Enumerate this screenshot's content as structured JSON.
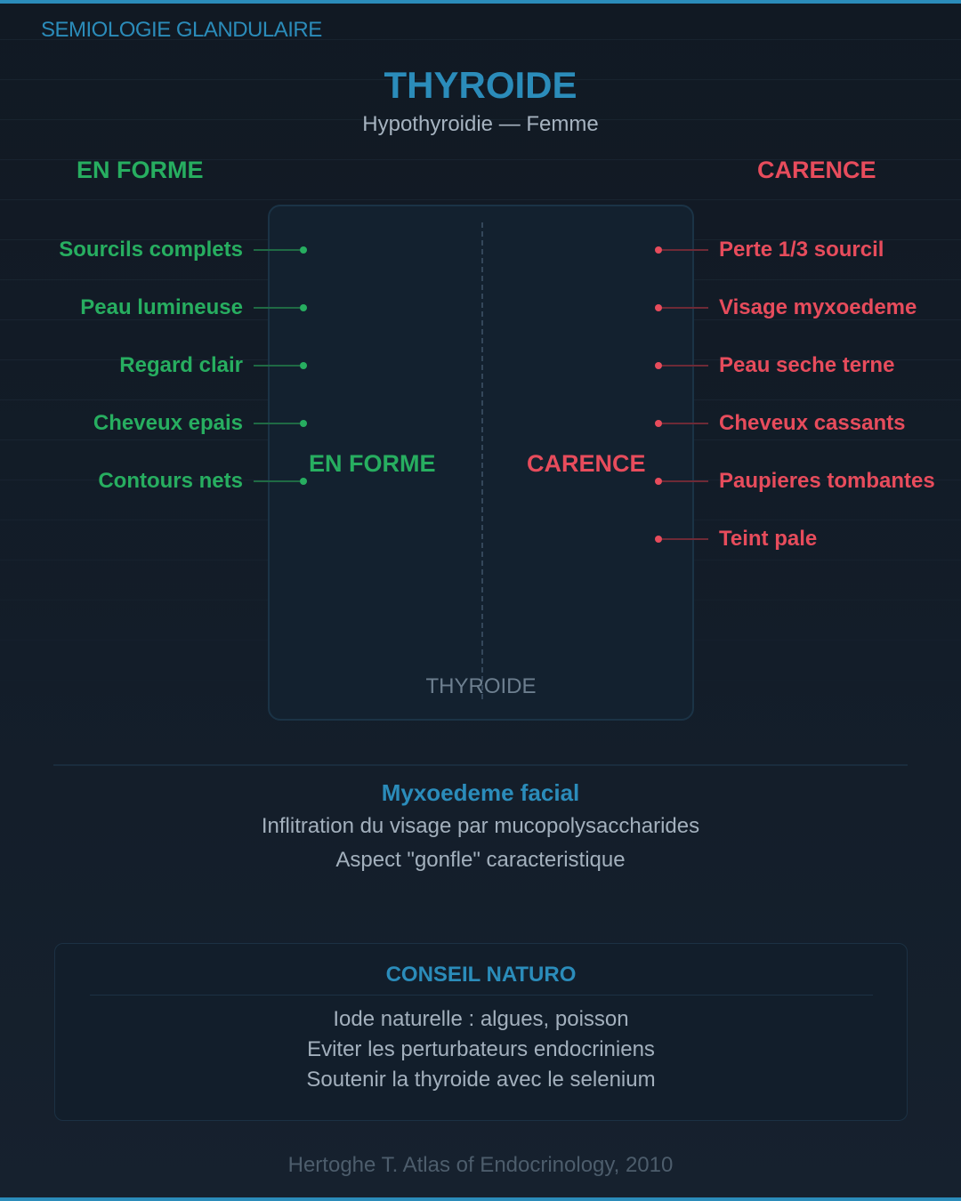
{
  "header": {
    "kicker": "SEMIOLOGIE GLANDULAIRE",
    "title": "THYROIDE",
    "subtitle": "Hypothyroidie — Femme"
  },
  "columns": {
    "left_heading": "EN FORME",
    "right_heading": "CARENCE"
  },
  "diagram": {
    "center_left_label": "EN FORME",
    "center_right_label": "CARENCE",
    "gland_label": "THYROIDE",
    "left_items": [
      "Sourcils complets",
      "Peau lumineuse",
      "Regard clair",
      "Cheveux epais",
      "Contours nets"
    ],
    "right_items": [
      "Perte 1/3 sourcil",
      "Visage myxoedeme",
      "Peau seche terne",
      "Cheveux cassants",
      "Paupieres tombantes",
      "Teint pale"
    ]
  },
  "info": {
    "title": "Myxoedeme facial",
    "lines": [
      "Inflitration du visage par mucopolysaccharides",
      "Aspect \"gonfle\" caracteristique"
    ]
  },
  "advice": {
    "title": "CONSEIL NATURO",
    "lines": [
      "Iode naturelle : algues, poisson",
      "Eviter les perturbateurs endocriniens",
      "Soutenir la thyroide avec le selenium"
    ]
  },
  "footer": {
    "citation": "Hertoghe T. Atlas of Endocrinology, 2010"
  },
  "colors": {
    "accent": "#2b8cba",
    "healthy": "#27ae60",
    "deficiency": "#e74c5c",
    "background": "#121b26"
  }
}
